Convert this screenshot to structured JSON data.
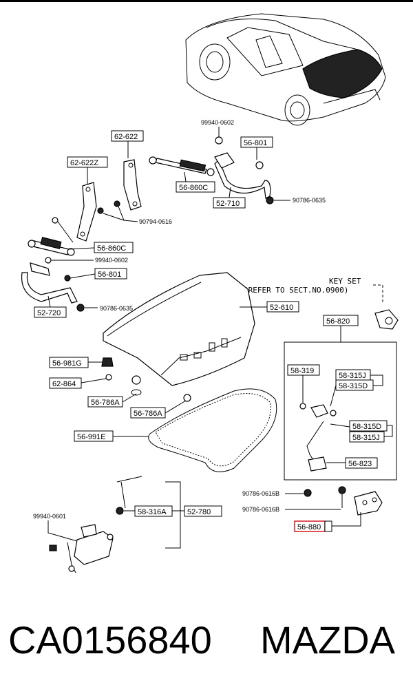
{
  "header_rule": true,
  "diagram": {
    "callouts": [
      {
        "id": "c1",
        "text": "99940-0602"
      },
      {
        "id": "c2",
        "text": "62-622"
      },
      {
        "id": "c3",
        "text": "56-801"
      },
      {
        "id": "c4",
        "text": "62-622Z"
      },
      {
        "id": "c5",
        "text": "56-860C"
      },
      {
        "id": "c6",
        "text": "52-710"
      },
      {
        "id": "c7",
        "text": "90786-0635"
      },
      {
        "id": "c8",
        "text": "90794-0616"
      },
      {
        "id": "c9",
        "text": "56-860C"
      },
      {
        "id": "c10",
        "text": "99940-0602"
      },
      {
        "id": "c11",
        "text": "56-801"
      },
      {
        "id": "c12",
        "text": "52-720"
      },
      {
        "id": "c13",
        "text": "90786-0635"
      },
      {
        "id": "c14",
        "text": "KEY SET"
      },
      {
        "id": "c15",
        "text": "(REFER TO SECT.NO.0900)"
      },
      {
        "id": "c16",
        "text": "52-610"
      },
      {
        "id": "c17",
        "text": "56-820"
      },
      {
        "id": "c18",
        "text": "56-981G"
      },
      {
        "id": "c19",
        "text": "58-319"
      },
      {
        "id": "c20",
        "text": "58-315J"
      },
      {
        "id": "c21",
        "text": "58-315D"
      },
      {
        "id": "c22",
        "text": "62-864"
      },
      {
        "id": "c23",
        "text": "56-786A"
      },
      {
        "id": "c24",
        "text": "56-786A"
      },
      {
        "id": "c25",
        "text": "58-315D"
      },
      {
        "id": "c26",
        "text": "58-315J"
      },
      {
        "id": "c27",
        "text": "56-991E"
      },
      {
        "id": "c28",
        "text": "56-823"
      },
      {
        "id": "c29",
        "text": "90786-0616B"
      },
      {
        "id": "c30",
        "text": "90786-0616B"
      },
      {
        "id": "c31",
        "text": "58-316A"
      },
      {
        "id": "c32",
        "text": "52-780"
      },
      {
        "id": "c33",
        "text": "99940-0601"
      },
      {
        "id": "c34",
        "text": "56-880"
      }
    ]
  },
  "footer": {
    "part_number": "CA0156840",
    "brand": "MAZDA"
  }
}
